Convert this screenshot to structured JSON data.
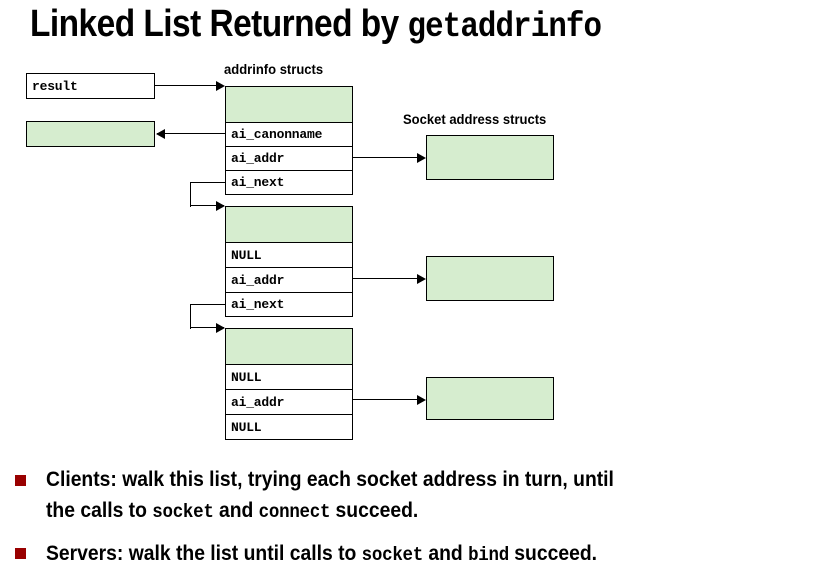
{
  "slide": {
    "title_plain": "Linked List Returned by ",
    "title_mono": "getaddrinfo"
  },
  "diagram": {
    "labels": {
      "addrinfo_structs": "addrinfo structs",
      "socket_address_structs": "Socket address structs"
    },
    "result_box": {
      "label": "result"
    },
    "canonname_box": {
      "label": ""
    },
    "addrinfo_structs": [
      {
        "header": "",
        "fields": [
          "ai_canonname",
          "ai_addr",
          "ai_next"
        ]
      },
      {
        "header": "",
        "fields": [
          "NULL",
          "ai_addr",
          "ai_next"
        ]
      },
      {
        "header": "",
        "fields": [
          "NULL",
          "ai_addr",
          "NULL"
        ]
      }
    ],
    "sockaddr_boxes": [
      "",
      "",
      ""
    ],
    "colors": {
      "struct_fill": "#d6edcf",
      "outline": "#000000",
      "bullet": "#990000"
    }
  },
  "bullets": [
    {
      "line1_a": "Clients: walk this list, trying each socket address in turn, until",
      "line2_a": "the calls to ",
      "line2_mono1": "socket",
      "line2_b": " and ",
      "line2_mono2": "connect",
      "line2_c": " succeed."
    },
    {
      "line1_a": "Servers: walk the list until calls to ",
      "line1_mono1": "socket",
      "line1_b": " and ",
      "line1_mono2": "bind",
      "line1_c": " succeed."
    }
  ]
}
